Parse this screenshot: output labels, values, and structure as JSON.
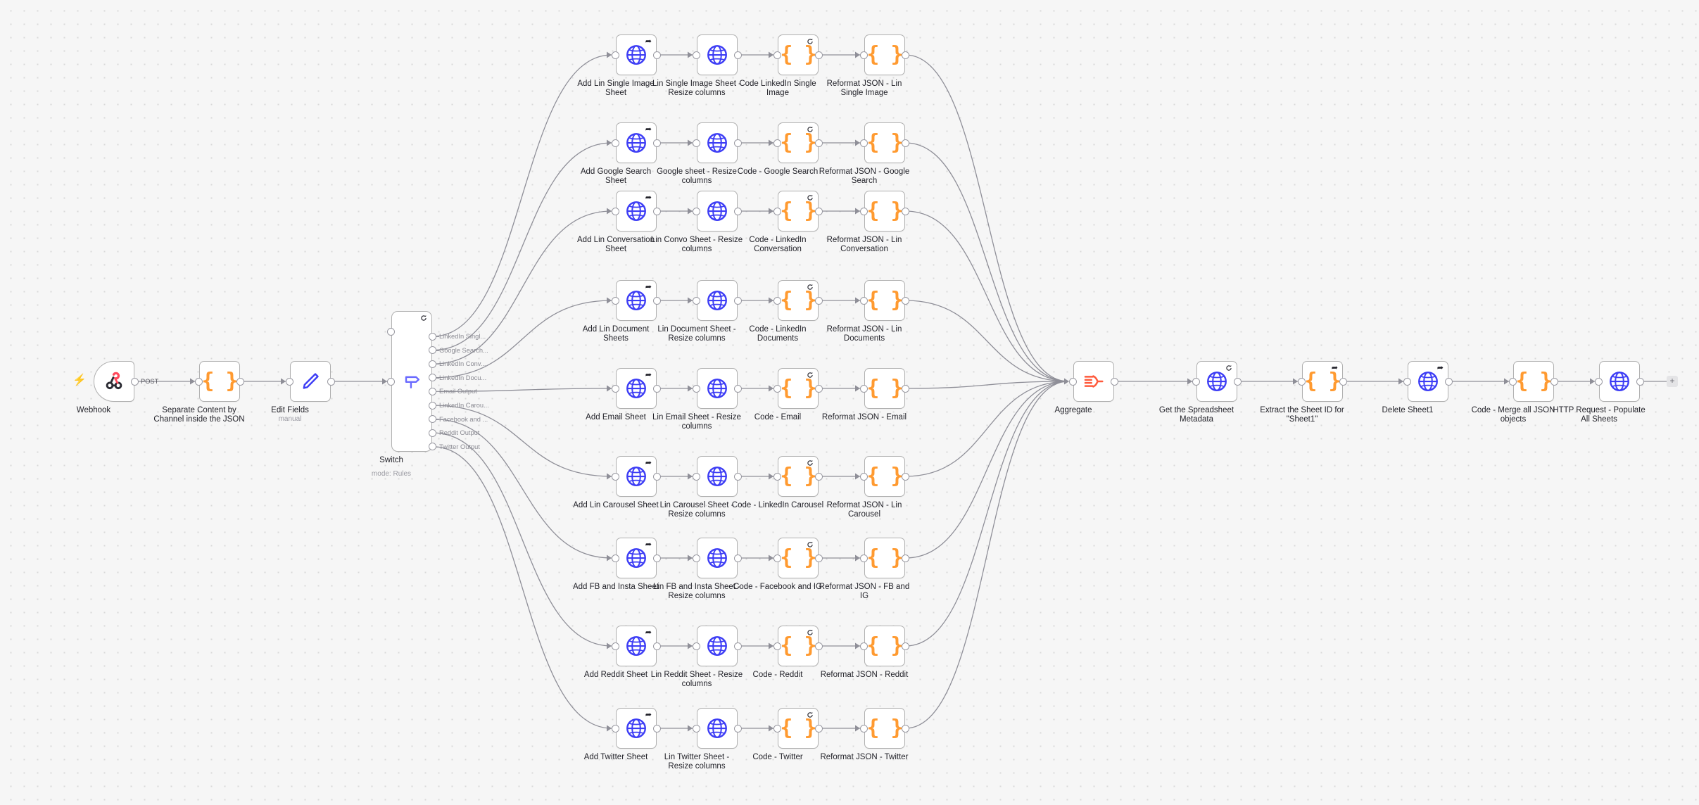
{
  "app": {
    "type": "n8n-workflow-canvas"
  },
  "colors": {
    "canvas_bg": "#f6f6f6",
    "grid_dot": "#d9d9d9",
    "node_border": "#b0b0b0",
    "wire": "#8f8f98",
    "code_icon": "#ff9a30",
    "sheets_icon": "#3d3df5",
    "aggregate_icon": "#ff5a3c",
    "switch_icon": "#6a6aff",
    "edit_icon": "#3d3df5",
    "webhook_icon": "#ff4a5c",
    "label_text": "#23232a",
    "sub_text": "#9a9aa2"
  },
  "trigger": {
    "bolt": "⚡",
    "icon": "lightning-icon"
  },
  "nodes": {
    "webhook": {
      "label": "Webhook",
      "icon": "webhook-icon",
      "port_label": "POST"
    },
    "separate": {
      "label": "Separate Content by\nChannel inside the JSON",
      "icon": "code-braces-icon"
    },
    "edit_fields": {
      "label": "Edit Fields",
      "sublabel": "manual",
      "icon": "pencil-icon"
    },
    "switch": {
      "label": "Switch",
      "sublabel": "mode: Rules",
      "icon": "signpost-icon",
      "badge": "retry-icon"
    },
    "aggregate": {
      "label": "Aggregate",
      "icon": "aggregate-icon"
    },
    "get_metadata": {
      "label": "Get the Spreadsheet\nMetadata",
      "icon": "google-sheets-icon",
      "badge": "retry-icon"
    },
    "extract_sheet": {
      "label": "Extract the Sheet ID for\n\"Sheet1\"",
      "icon": "code-braces-icon",
      "badge": "pin-icon"
    },
    "delete_sheet": {
      "label": "Delete Sheet1",
      "icon": "google-sheets-icon",
      "badge": "pin-icon"
    },
    "merge_json": {
      "label": "Code - Merge all JSON\nobjects",
      "icon": "code-braces-icon"
    },
    "http_populate": {
      "label": "HTTP Request - Populate\nAll Sheets",
      "icon": "google-sheets-icon"
    },
    "plus_end": {
      "label": "+"
    }
  },
  "switch_outputs": [
    "LinkedIn Singl...",
    "Google Search...",
    "LinkedIn Conv...",
    "LinkedIn Docu...",
    "Email Output",
    "LinkedIn Carou...",
    "Facebook and ...",
    "Reddit Output",
    "Twitter Output"
  ],
  "branches": [
    {
      "key": "lin-single-image",
      "nodes": [
        {
          "label": "Add Lin Single Image\nSheet",
          "icon": "google-sheets-icon",
          "badge": "pin-icon"
        },
        {
          "label": "Lin Single Image Sheet -\nResize columns",
          "icon": "google-sheets-icon",
          "badge": ""
        },
        {
          "label": "Code LinkedIn Single\nImage",
          "icon": "code-braces-icon",
          "badge": "retry-icon"
        },
        {
          "label": "Reformat JSON - Lin\nSingle Image",
          "icon": "code-braces-icon",
          "badge": ""
        }
      ]
    },
    {
      "key": "google-search",
      "nodes": [
        {
          "label": "Add Google Search\nSheet",
          "icon": "google-sheets-icon",
          "badge": "pin-icon"
        },
        {
          "label": "Google sheet - Resize\ncolumns",
          "icon": "google-sheets-icon",
          "badge": ""
        },
        {
          "label": "Code - Google Search",
          "icon": "code-braces-icon",
          "badge": "retry-icon"
        },
        {
          "label": "Reformat JSON - Google\nSearch",
          "icon": "code-braces-icon",
          "badge": ""
        }
      ]
    },
    {
      "key": "lin-conversation",
      "nodes": [
        {
          "label": "Add Lin Conversation\nSheet",
          "icon": "google-sheets-icon",
          "badge": "pin-icon"
        },
        {
          "label": "Lin Convo Sheet - Resize\ncolumns",
          "icon": "google-sheets-icon",
          "badge": ""
        },
        {
          "label": "Code - LinkedIn\nConversation",
          "icon": "code-braces-icon",
          "badge": "retry-icon"
        },
        {
          "label": "Reformat JSON - Lin\nConversation",
          "icon": "code-braces-icon",
          "badge": ""
        }
      ]
    },
    {
      "key": "lin-documents",
      "nodes": [
        {
          "label": "Add Lin Document\nSheets",
          "icon": "google-sheets-icon",
          "badge": "pin-icon"
        },
        {
          "label": "Lin Document Sheet -\nResize columns",
          "icon": "google-sheets-icon",
          "badge": ""
        },
        {
          "label": "Code - LinkedIn\nDocuments",
          "icon": "code-braces-icon",
          "badge": "retry-icon"
        },
        {
          "label": "Reformat JSON - Lin\nDocuments",
          "icon": "code-braces-icon",
          "badge": ""
        }
      ]
    },
    {
      "key": "email",
      "nodes": [
        {
          "label": "Add Email Sheet",
          "icon": "google-sheets-icon",
          "badge": "pin-icon"
        },
        {
          "label": "Lin Email Sheet - Resize\ncolumns",
          "icon": "google-sheets-icon",
          "badge": ""
        },
        {
          "label": "Code - Email",
          "icon": "code-braces-icon",
          "badge": "retry-icon"
        },
        {
          "label": "Reformat JSON - Email",
          "icon": "code-braces-icon",
          "badge": ""
        }
      ]
    },
    {
      "key": "lin-carousel",
      "nodes": [
        {
          "label": "Add Lin Carousel Sheet",
          "icon": "google-sheets-icon",
          "badge": "pin-icon"
        },
        {
          "label": "Lin Carousel Sheet -\nResize columns",
          "icon": "google-sheets-icon",
          "badge": ""
        },
        {
          "label": "Code - LinkedIn Carousel",
          "icon": "code-braces-icon",
          "badge": "retry-icon"
        },
        {
          "label": "Reformat JSON - Lin\nCarousel",
          "icon": "code-braces-icon",
          "badge": ""
        }
      ]
    },
    {
      "key": "fb-insta",
      "nodes": [
        {
          "label": "Add FB and Insta Sheet",
          "icon": "google-sheets-icon",
          "badge": "pin-icon"
        },
        {
          "label": "Lin FB and Insta Sheet -\nResize columns",
          "icon": "google-sheets-icon",
          "badge": ""
        },
        {
          "label": "Code - Facebook and IG",
          "icon": "code-braces-icon",
          "badge": "retry-icon"
        },
        {
          "label": "Reformat JSON - FB and\nIG",
          "icon": "code-braces-icon",
          "badge": ""
        }
      ]
    },
    {
      "key": "reddit",
      "nodes": [
        {
          "label": "Add Reddit Sheet",
          "icon": "google-sheets-icon",
          "badge": "pin-icon"
        },
        {
          "label": "Lin Reddit Sheet - Resize\ncolumns",
          "icon": "google-sheets-icon",
          "badge": ""
        },
        {
          "label": "Code - Reddit",
          "icon": "code-braces-icon",
          "badge": "retry-icon"
        },
        {
          "label": "Reformat JSON - Reddit",
          "icon": "code-braces-icon",
          "badge": ""
        }
      ]
    },
    {
      "key": "twitter",
      "nodes": [
        {
          "label": "Add Twitter Sheet",
          "icon": "google-sheets-icon",
          "badge": "pin-icon"
        },
        {
          "label": "Lin Twitter Sheet -\nResize columns",
          "icon": "google-sheets-icon",
          "badge": ""
        },
        {
          "label": "Code - Twitter",
          "icon": "code-braces-icon",
          "badge": "retry-icon"
        },
        {
          "label": "Reformat JSON - Twitter",
          "icon": "code-braces-icon",
          "badge": ""
        }
      ]
    }
  ]
}
